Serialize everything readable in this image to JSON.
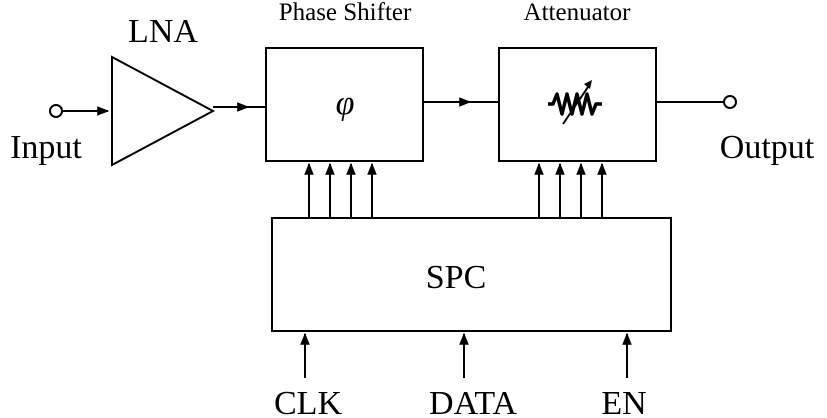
{
  "labels": {
    "lna": "LNA",
    "phase_shifter": "Phase Shifter",
    "attenuator": "Attenuator",
    "input": "Input",
    "output": "Output",
    "spc": "SPC",
    "clk": "CLK",
    "data": "DATA",
    "en": "EN",
    "phi_symbol": "φ"
  },
  "control_lines": {
    "phase_shifter_bits": 4,
    "attenuator_bits": 4
  }
}
